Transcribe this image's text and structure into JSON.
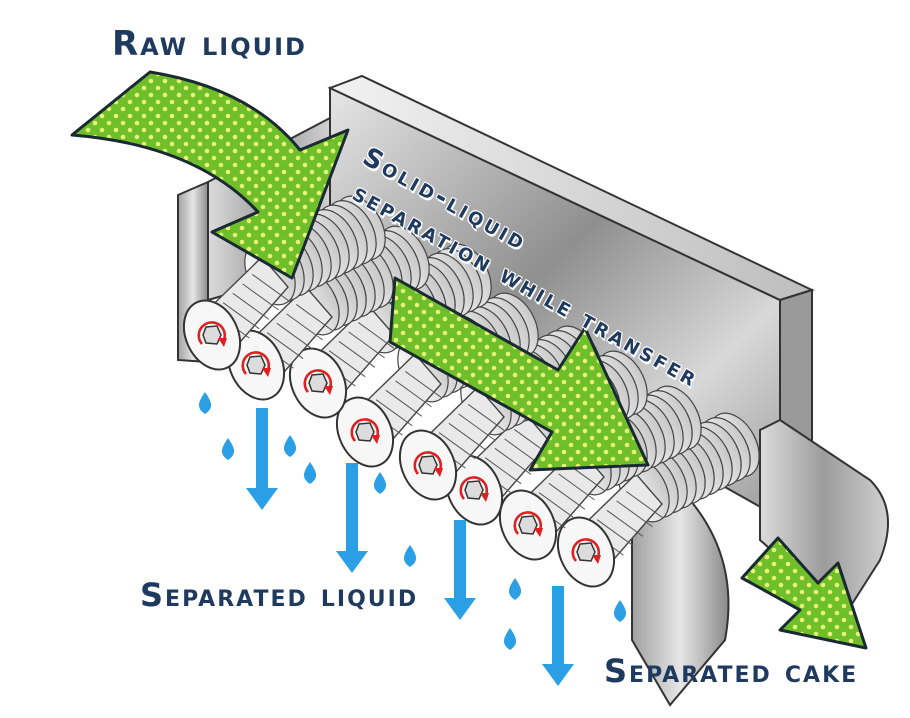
{
  "labels": {
    "raw_liquid": "Raw liquid",
    "separation_line1": "Solid-liquid",
    "separation_line2": "separation while transfer",
    "separated_liquid": "Separated liquid",
    "separated_cake": "Separated cake"
  },
  "colors": {
    "arrow_fill": "#6fbf2a",
    "arrow_dots": "#e8f27a",
    "arrow_outline": "#1a2a33",
    "drop_blue": "#2a9fe6",
    "text_navy": "#1e3a5f",
    "rotation_red": "#e02020"
  },
  "icons": {
    "input_arrow": "curved-arrow-icon",
    "transfer_arrow": "arrow-right-icon",
    "output_arrow": "arrow-down-right-icon",
    "drop": "water-drop-icon",
    "rotation": "rotation-icon"
  }
}
